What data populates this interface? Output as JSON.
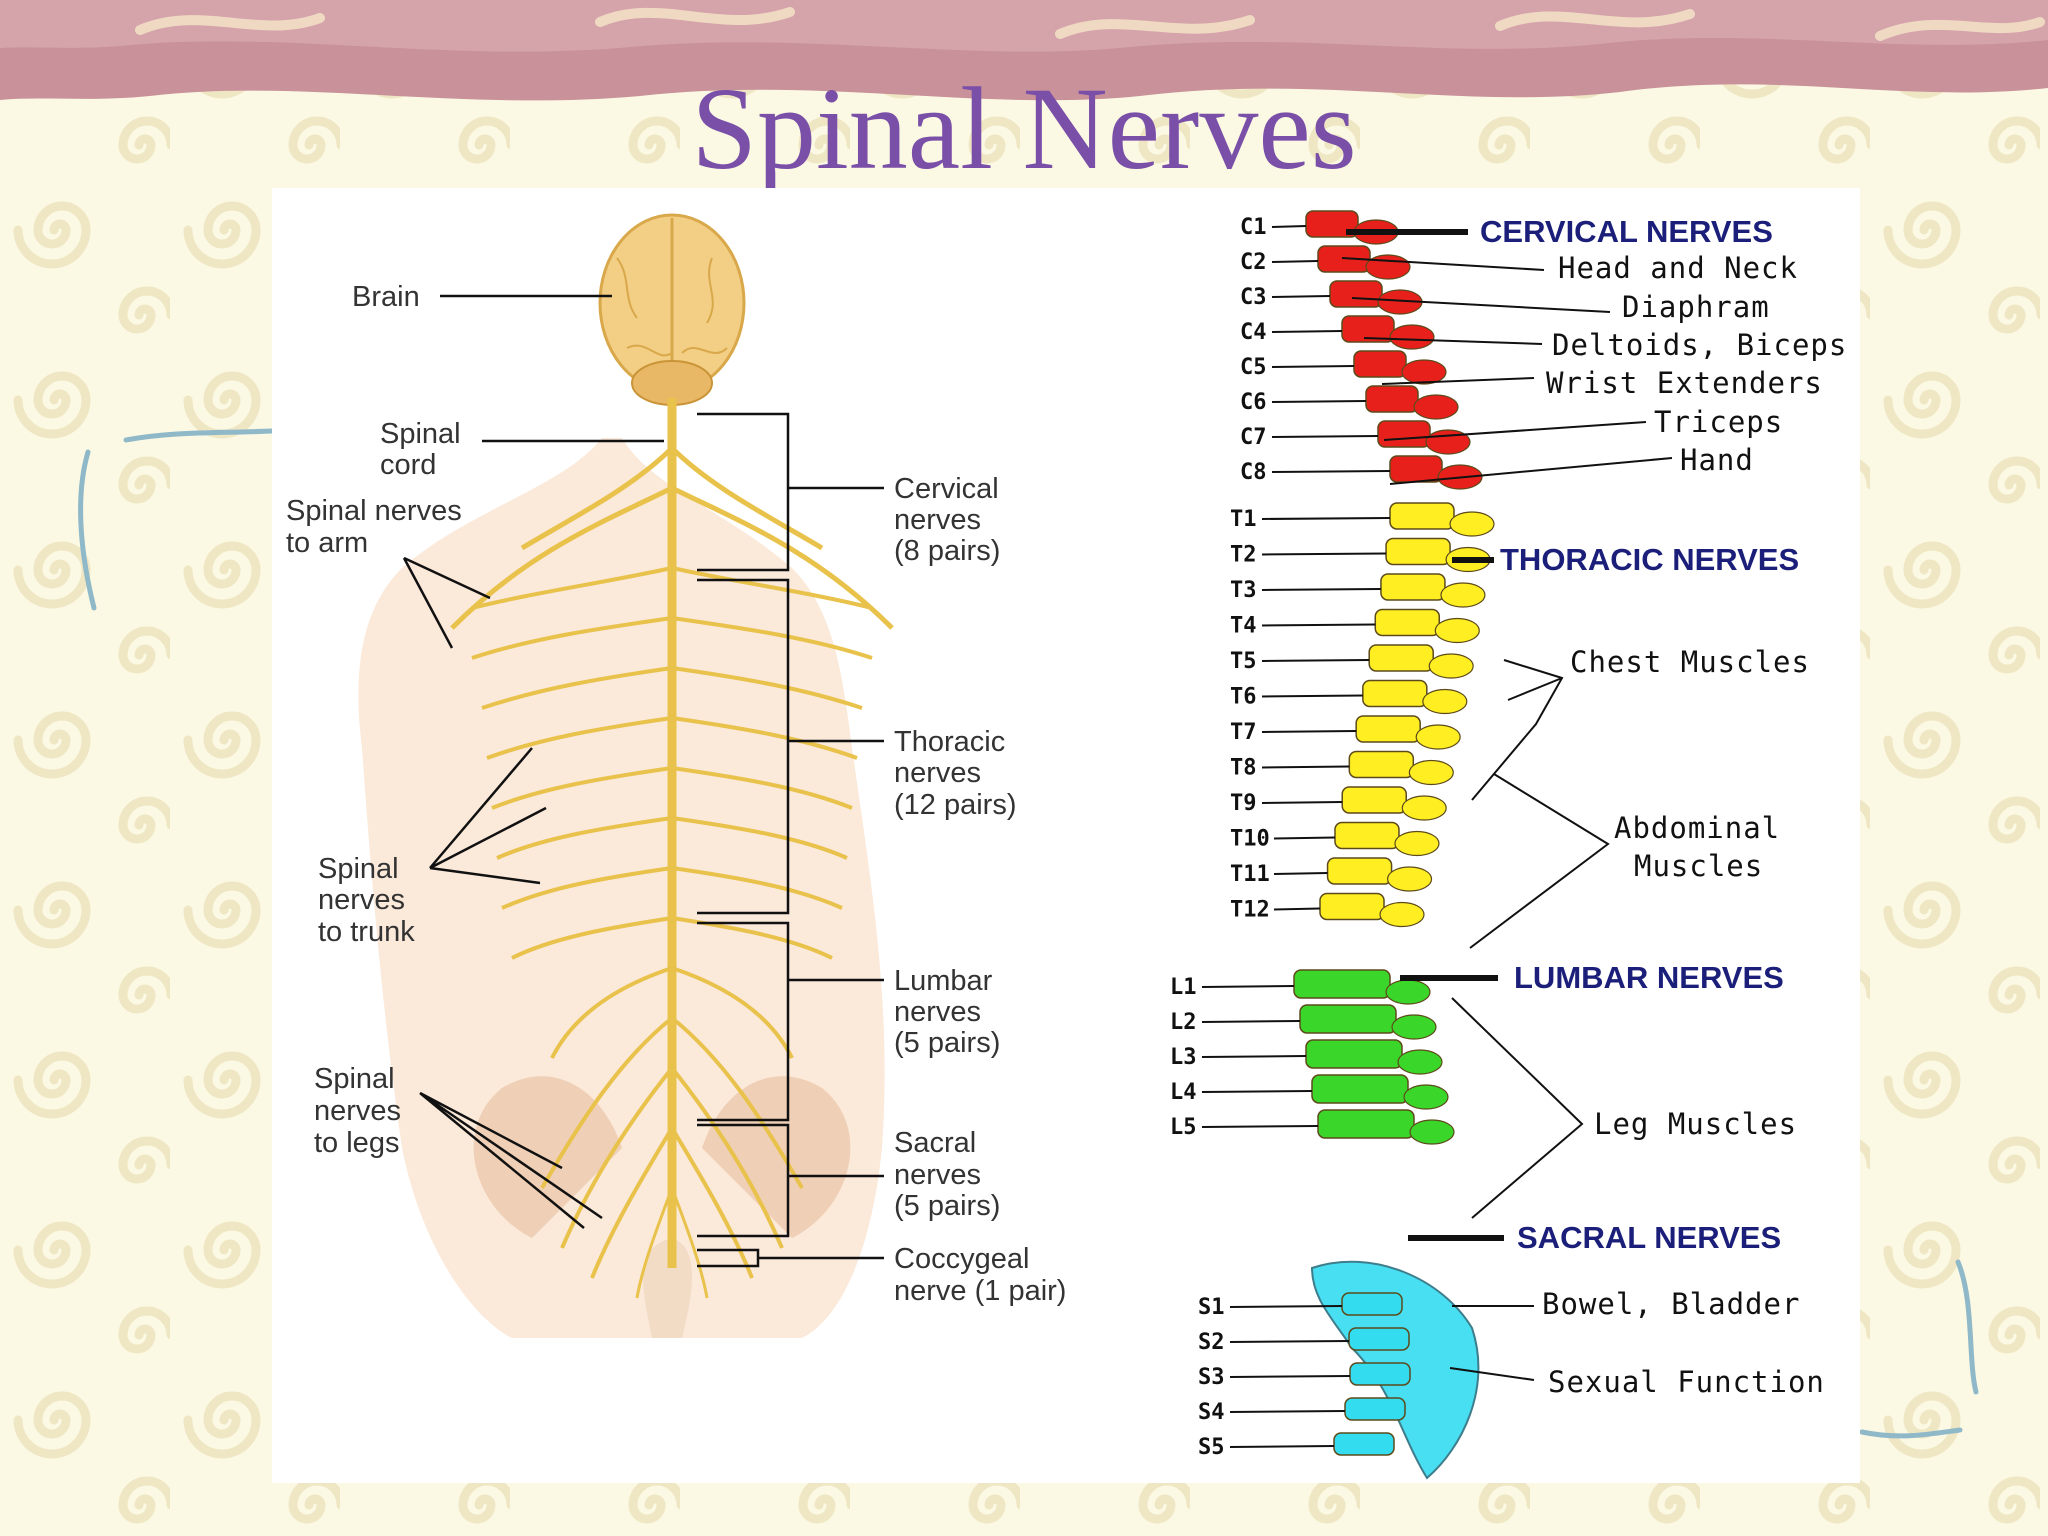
{
  "slide": {
    "title": "Spinal Nerves",
    "colors": {
      "title": "#7a4fa8",
      "background": "#fbf9e3",
      "banner": "#c9919a",
      "bracket": "#8fb8c8"
    }
  },
  "left_figure": {
    "labels": {
      "brain": "Brain",
      "spinal_cord": [
        "Spinal",
        "cord"
      ],
      "nerves_arm": [
        "Spinal nerves",
        "to arm"
      ],
      "nerves_trunk": [
        "Spinal",
        "nerves",
        "to trunk"
      ],
      "nerves_legs": [
        "Spinal",
        "nerves",
        "to legs"
      ],
      "cervical": [
        "Cervical",
        "nerves",
        "(8 pairs)"
      ],
      "thoracic": [
        "Thoracic",
        "nerves",
        "(12 pairs)"
      ],
      "lumbar": [
        "Lumbar",
        "nerves",
        "(5 pairs)"
      ],
      "sacral": [
        "Sacral",
        "nerves",
        "(5 pairs)"
      ],
      "coccygeal": [
        "Coccygeal",
        "nerve (1 pair)"
      ]
    }
  },
  "right_figure": {
    "region_colors": {
      "cervical": "#e8201c",
      "thoracic": "#ffee22",
      "lumbar": "#3bd62a",
      "sacral": "#34dcf0"
    },
    "headings": {
      "cervical": "CERVICAL NERVES",
      "thoracic": "THORACIC NERVES",
      "lumbar": "LUMBAR NERVES",
      "sacral": "SACRAL NERVES"
    },
    "vertebrae": {
      "cervical": [
        "C1",
        "C2",
        "C3",
        "C4",
        "C5",
        "C6",
        "C7",
        "C8"
      ],
      "thoracic": [
        "T1",
        "T2",
        "T3",
        "T4",
        "T5",
        "T6",
        "T7",
        "T8",
        "T9",
        "T10",
        "T11",
        "T12"
      ],
      "lumbar": [
        "L1",
        "L2",
        "L3",
        "L4",
        "L5"
      ],
      "sacral": [
        "S1",
        "S2",
        "S3",
        "S4",
        "S5"
      ]
    },
    "functions": {
      "head_neck": "Head and Neck",
      "diaphragm": "Diaphram",
      "deltoids": "Deltoids, Biceps",
      "wrist": "Wrist Extenders",
      "triceps": "Triceps",
      "hand": "Hand",
      "chest": "Chest Muscles",
      "abdominal": [
        "Abdominal",
        "Muscles"
      ],
      "leg": "Leg Muscles",
      "bowel": "Bowel,  Bladder",
      "sexual": "Sexual Function"
    }
  }
}
